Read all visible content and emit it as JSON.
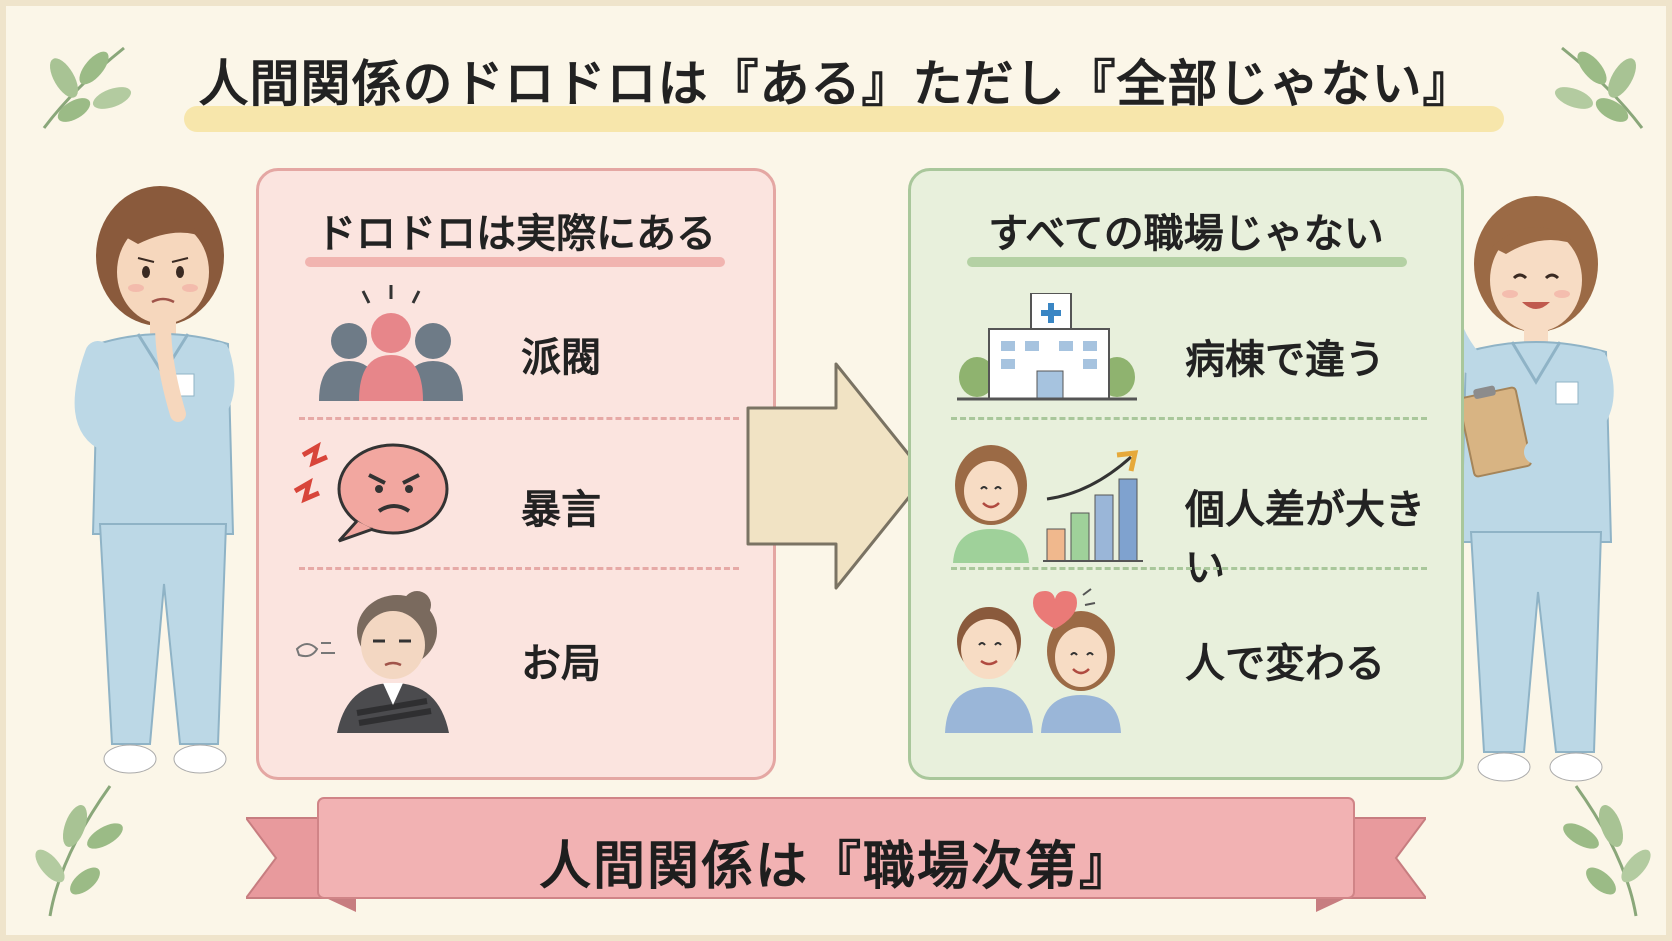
{
  "title": "人間関係のドロドロは『ある』ただし『全部じゃない』",
  "left_panel": {
    "heading": "ドロドロは実際にある",
    "items": [
      {
        "label": "派閥",
        "icon": "group-icon"
      },
      {
        "label": "暴言",
        "icon": "angry-speech-icon"
      },
      {
        "label": "お局",
        "icon": "senior-woman-icon"
      }
    ]
  },
  "right_panel": {
    "heading": "すべての職場じゃない",
    "items": [
      {
        "label": "病棟で違う",
        "icon": "hospital-icon"
      },
      {
        "label": "個人差が大きい",
        "icon": "growth-chart-icon"
      },
      {
        "label": "人で変わる",
        "icon": "couple-heart-icon"
      }
    ]
  },
  "banner": "人間関係は『職場次第』",
  "colors": {
    "left_bg": "#fbe4df",
    "left_border": "#e4a7a3",
    "right_bg": "#e8f0dc",
    "right_border": "#a9c79b",
    "arrow": "#f1e3c4",
    "banner": "#f2b2b3"
  }
}
